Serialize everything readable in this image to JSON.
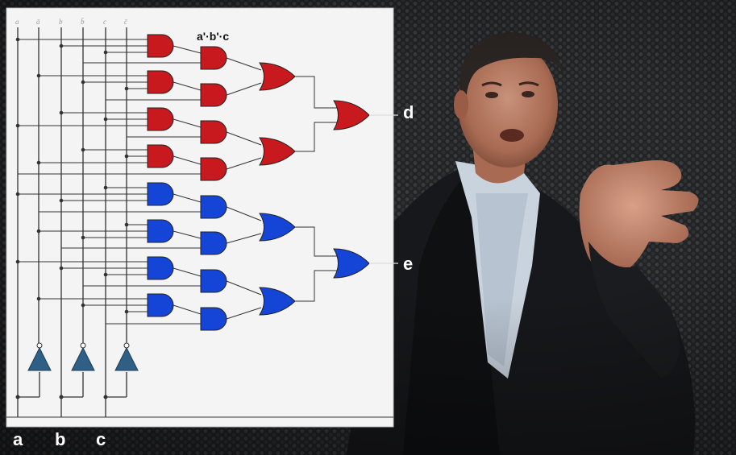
{
  "diagram": {
    "title_inputs_top": [
      "a",
      "ā",
      "b",
      "b̄",
      "c",
      "c̄"
    ],
    "term_label": "a'·b'·c",
    "bottom_inputs": [
      "a",
      "b",
      "c"
    ],
    "outputs": [
      "d",
      "e"
    ],
    "colors": {
      "red_gate": "#c8191f",
      "blue_gate": "#1545d6",
      "inverter": "#2f5f85",
      "paper": "#f4f4f4",
      "wire": "#333333"
    }
  }
}
